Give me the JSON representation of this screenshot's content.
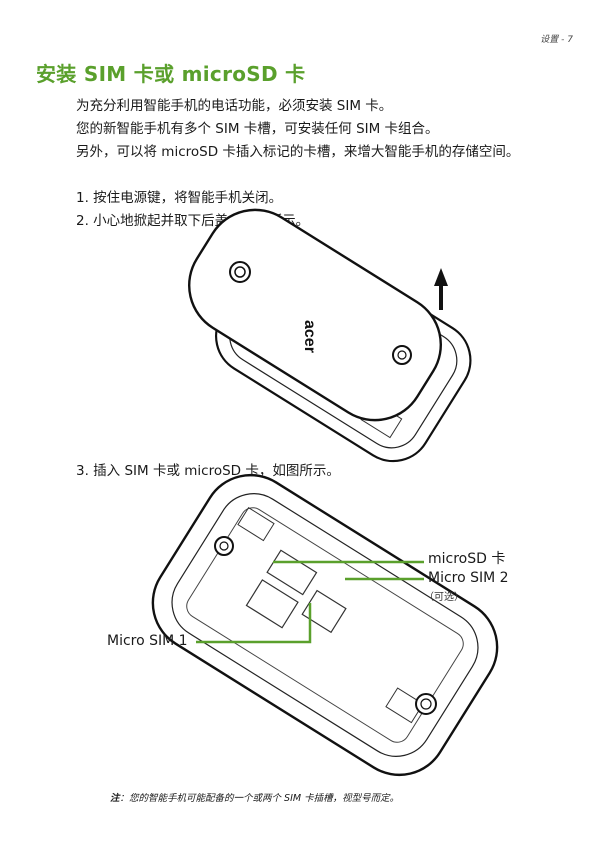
{
  "header": {
    "page_ref": "设置 - 7"
  },
  "title": "安装 SIM 卡或 microSD 卡",
  "paragraphs": [
    "为充分利用智能手机的电话功能，必须安装 SIM 卡。",
    "您的新智能手机有多个 SIM 卡槽，可安装任何 SIM 卡组合。",
    "另外，可以将 microSD 卡插入标记的卡槽，来增大智能手机的存储空间。"
  ],
  "steps": [
    "1. 按住电源键，将智能手机关闭。",
    "2. 小心地掀起并取下后盖，如图所示。",
    "3. 插入 SIM 卡或 microSD 卡，如图所示。"
  ],
  "figure1": {
    "brand": "acer"
  },
  "callouts": {
    "microsd": "microSD 卡",
    "sim2": "Micro SIM 2",
    "sim2_note": "（可选）",
    "sim1": "Micro SIM 1"
  },
  "note": {
    "label": "注",
    "text": "：您的智能手机可能配备的一个或两个 SIM 卡插槽，视型号而定。"
  },
  "colors": {
    "title": "#5aa02c",
    "callout_line": "#5aa02c"
  }
}
